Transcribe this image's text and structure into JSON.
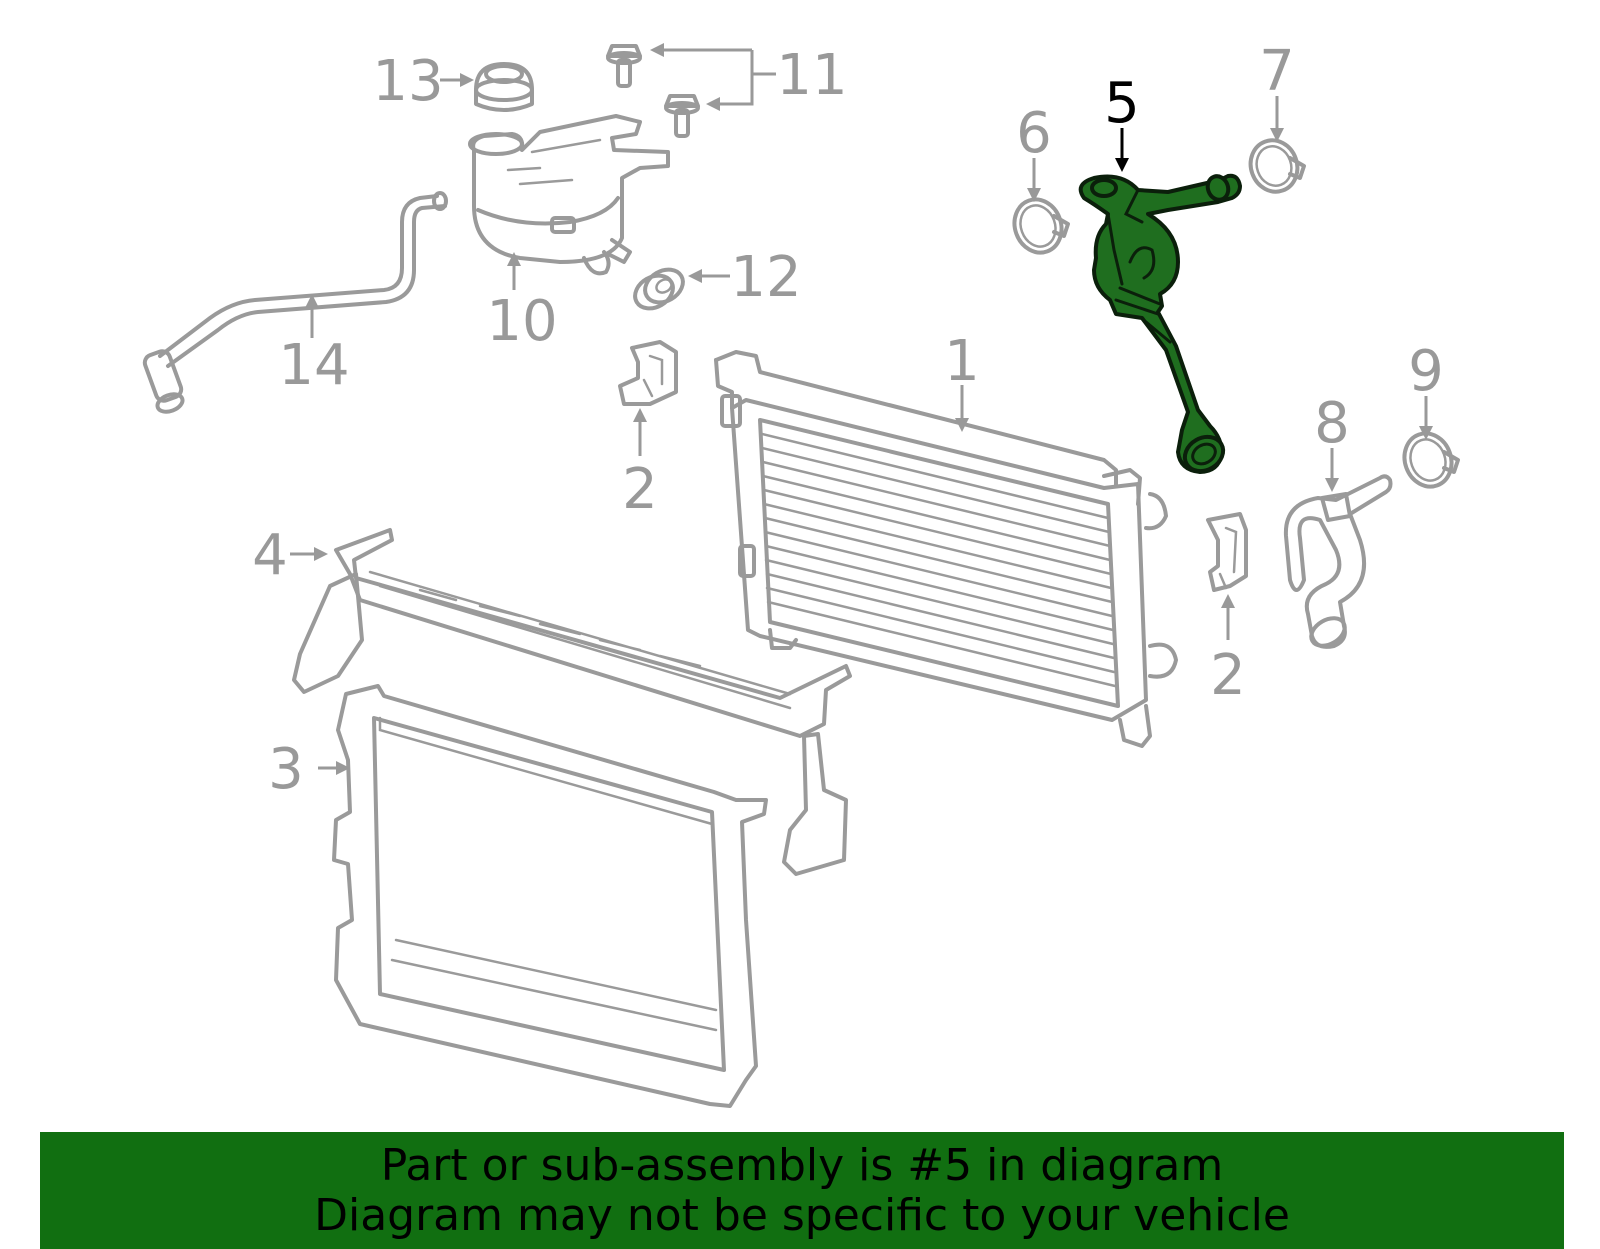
{
  "callouts": {
    "c1": "1",
    "c2a": "2",
    "c2b": "2",
    "c3": "3",
    "c4": "4",
    "c5": "5",
    "c6": "6",
    "c7": "7",
    "c8": "8",
    "c9": "9",
    "c10": "10",
    "c11": "11",
    "c12": "12",
    "c13": "13",
    "c14": "14"
  },
  "highlighted_part": "5",
  "colors": {
    "highlight": "#1f6e1f",
    "banner": "#116f11",
    "part_stroke": "#9a9a9a"
  },
  "banner": {
    "line1": "Part or sub-assembly is #5 in diagram",
    "line2": "Diagram may not be specific to your vehicle"
  }
}
